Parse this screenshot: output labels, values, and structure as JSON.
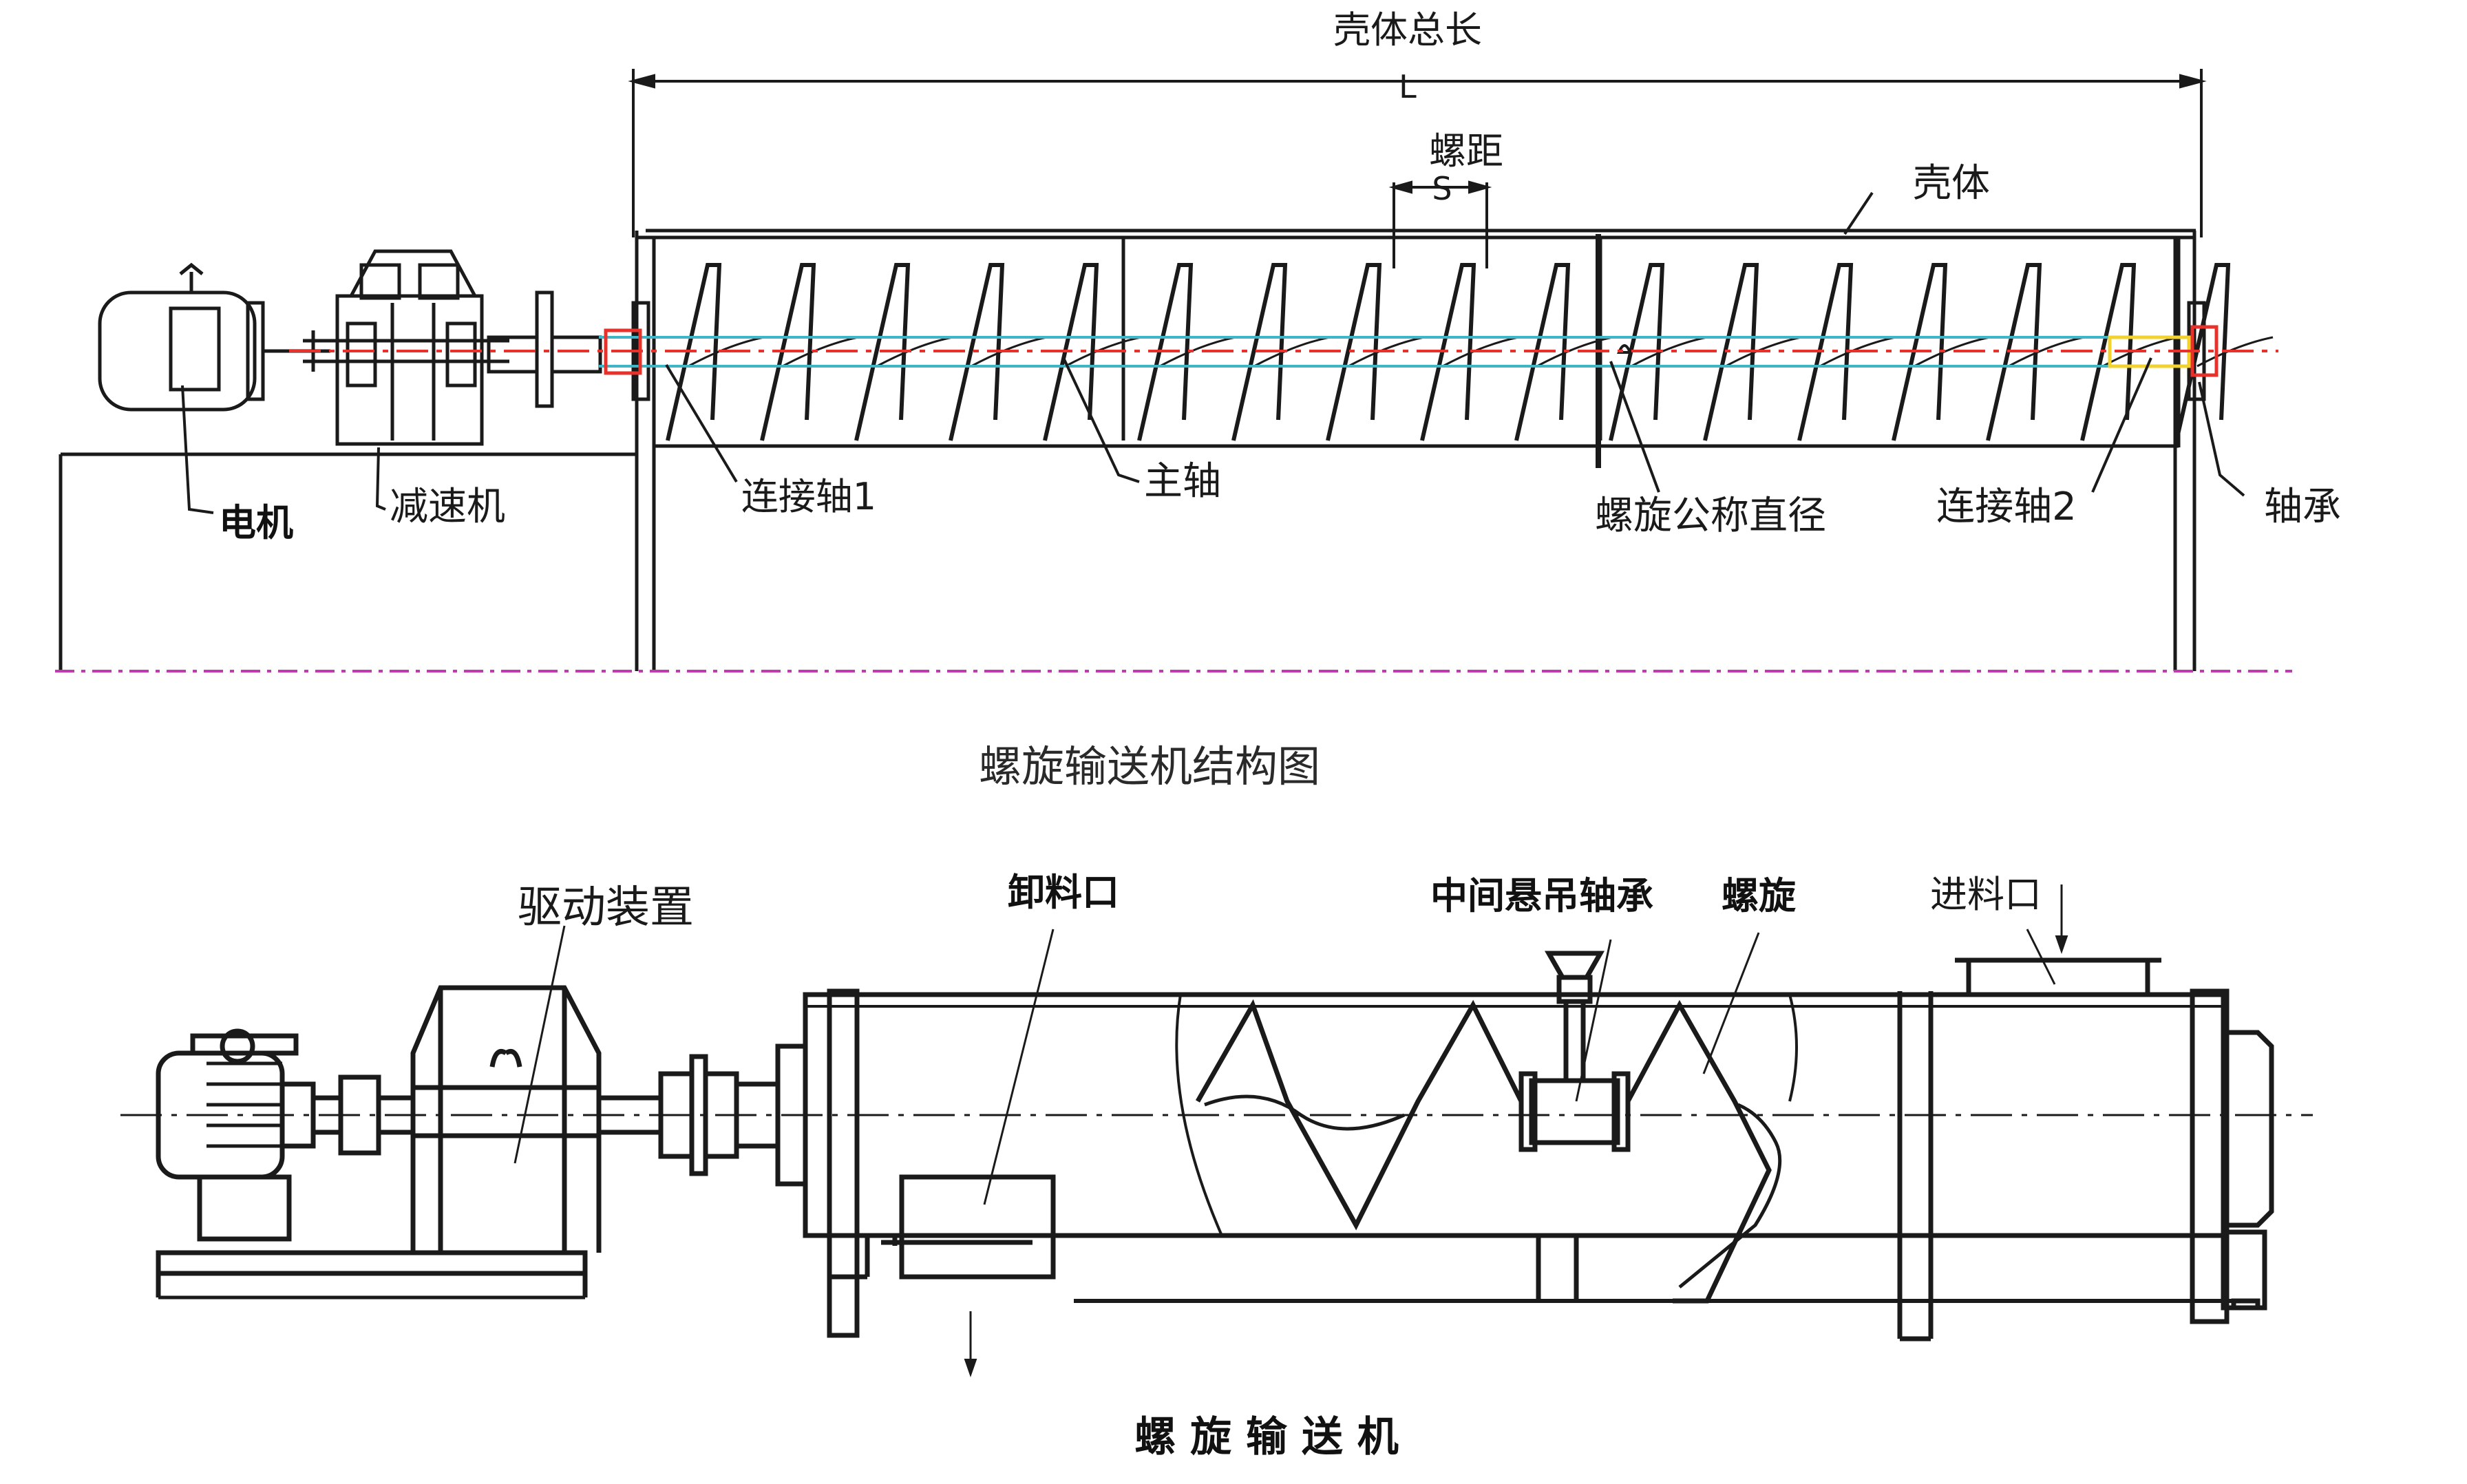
{
  "top": {
    "shell_length_label": "壳体总长",
    "length_symbol": "L",
    "pitch_label": "螺距",
    "pitch_symbol": "S",
    "shell_label": "壳体",
    "motor_label": "电机",
    "reducer_label": "减速机",
    "connecting_shaft_1_label": "连接轴1",
    "main_shaft_label": "主轴",
    "screw_diameter_label": "螺旋公称直径",
    "connecting_shaft_2_label": "连接轴2",
    "bearing_label": "轴承",
    "caption": "螺旋输送机结构图"
  },
  "bottom": {
    "drive_label": "驱动装置",
    "discharge_label": "卸料口",
    "hanger_bearing_label": "中间悬吊轴承",
    "screw_label": "螺旋",
    "inlet_label": "进料口",
    "caption": "螺 旋 输 送 机"
  },
  "colors": {
    "line": "#1a1a1a",
    "centerline_red": "#e8312a",
    "shaft_cyan": "#3fb6c8",
    "ground_magenta": "#c13ab0",
    "highlight_yellow": "#f2d22e"
  }
}
